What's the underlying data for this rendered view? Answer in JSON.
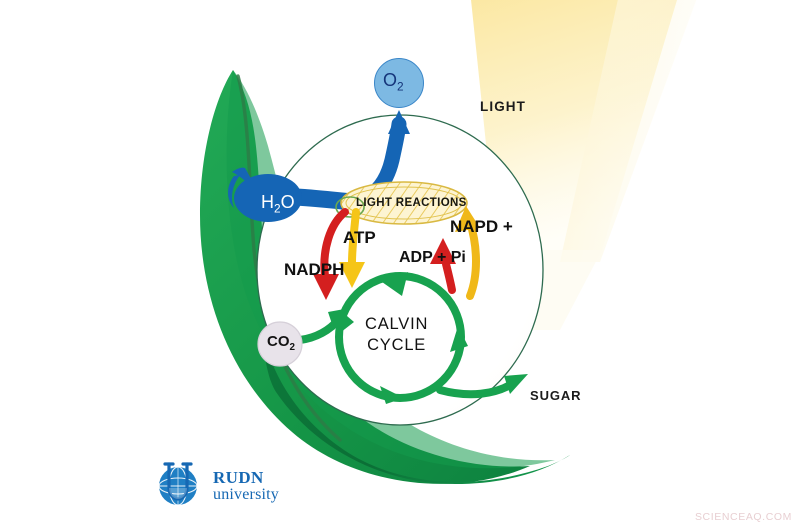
{
  "figure": {
    "topic": "photosynthesis-overview",
    "background_color": "#ffffff"
  },
  "light_beam": {
    "label": "LIGHT",
    "color_top": "#fbe9a8",
    "color_bottom": "#fdf6dd"
  },
  "leaf": {
    "fill_light": "#19a14c",
    "fill_dark": "#0f7a3c",
    "midrib_color": "#2f7a47"
  },
  "chloroplast": {
    "outline_color": "#2e6b4f",
    "inner_fill": "#ffffff"
  },
  "molecules": {
    "o2": {
      "label": "O",
      "subscript": "2",
      "fill": "#7db9e3",
      "stroke": "#3a86c8",
      "text_color": "#15357a"
    },
    "h2o": {
      "label_pre": "H",
      "subscript": "2",
      "label_post": "O",
      "fill": "#1565b5",
      "text_color": "#ffffff"
    },
    "co2": {
      "label": "CO",
      "subscript": "2",
      "fill": "#e8e3ea",
      "stroke": "#d6d0d9",
      "text_color": "#141414"
    }
  },
  "thylakoid": {
    "label": "LIGHT REACTIONS",
    "fill": "#fdf3cf",
    "hatch_color": "#e7c85c",
    "stroke": "#d9b942",
    "inner_stroke": "#6aa84f"
  },
  "calvin": {
    "line1": "CALVIN",
    "line2": "CYCLE",
    "arrow_color": "#18a24f"
  },
  "arrows": {
    "o2_out": {
      "name": "oxygen-output-arrow",
      "color": "#1565b5"
    },
    "water_in": {
      "name": "water-input-arrow",
      "color": "#1565b5"
    },
    "nadph": {
      "label": "NADPH",
      "color": "#d41f1f"
    },
    "atp": {
      "label": "ATP",
      "color": "#f5c518"
    },
    "adp_pi": {
      "label": "ADP + Pi",
      "color": "#d41f1f"
    },
    "napd_plus": {
      "label": "NAPD +",
      "color": "#f0b818"
    },
    "co2_in": {
      "name": "co2-input-arrow",
      "color": "#18a24f"
    },
    "sugar_out": {
      "label": "SUGAR",
      "color": "#18a24f"
    }
  },
  "branding": {
    "logo_name": "rudn-university-logo",
    "name": "RUDN",
    "sub": "university",
    "color": "#1668b3"
  },
  "watermark": {
    "text": "SCIENCEAQ.COM",
    "color": "#e8cfd2"
  }
}
